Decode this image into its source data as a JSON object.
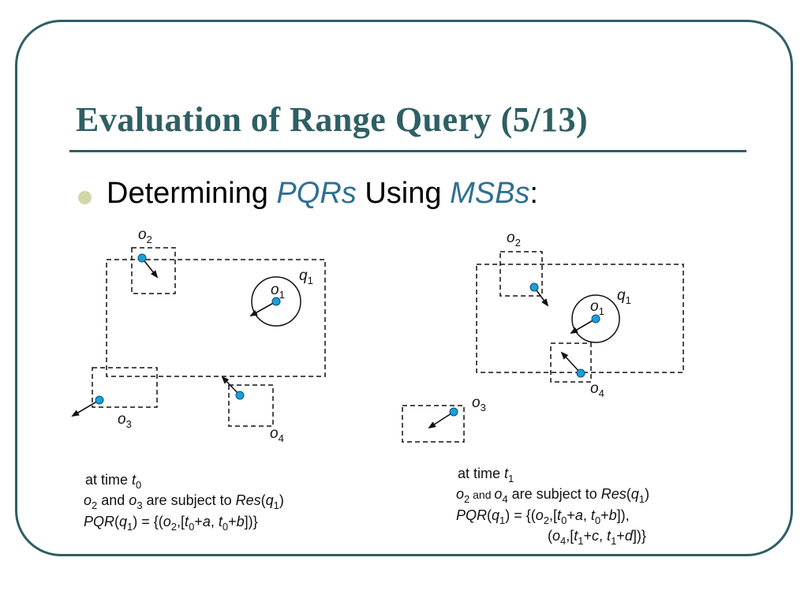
{
  "slide": {
    "title": "Evaluation of Range Query (5/13)",
    "bullet": {
      "prefix": "Determining ",
      "term1": "PQRs",
      "middle": " Using ",
      "term2": "MSBs",
      "suffix": ":"
    }
  },
  "colors": {
    "title": "#2e5f63",
    "frame": "#2e5f63",
    "bullet_dot": "#d2d6a6",
    "highlight_term": "#2e6f93",
    "object_point": "#1aa0d8"
  },
  "diagram_left": {
    "labels": {
      "o2": {
        "base": "o",
        "sub": "2"
      },
      "o1": {
        "base": "o",
        "sub": "1"
      },
      "q1": {
        "base": "q",
        "sub": "1"
      },
      "o3": {
        "base": "o",
        "sub": "3"
      },
      "o4": {
        "base": "o",
        "sub": "4"
      }
    },
    "caption": {
      "line1": {
        "text": "at time ",
        "var": "t",
        "sub": "0"
      },
      "line2": {
        "o2": "o",
        "o2sub": "2",
        "mid": " and ",
        "o3": "o",
        "o3sub": "3",
        "rest": " are subject to ",
        "res": "Res",
        "arg_open": "(",
        "arg": "q",
        "argsub": "1",
        "arg_close": ")"
      },
      "line3": {
        "pqr": "PQR",
        "open": "(",
        "q": "q",
        "qsub": "1",
        "eq": ") = {(",
        "o": "o",
        "osub": "2",
        "comma1": ",[",
        "t1": "t",
        "t1sub": "0",
        "plus_a": "+",
        "a": "a",
        "comma2": ", ",
        "t2": "t",
        "t2sub": "0",
        "plus_b": "+",
        "b": "b",
        "close": "])}"
      }
    }
  },
  "diagram_right": {
    "labels": {
      "o2": {
        "base": "o",
        "sub": "2"
      },
      "o1": {
        "base": "o",
        "sub": "1"
      },
      "q1": {
        "base": "q",
        "sub": "1"
      },
      "o4": {
        "base": "o",
        "sub": "4"
      },
      "o3": {
        "base": "o",
        "sub": "3"
      }
    },
    "caption": {
      "line1": {
        "text": "at time ",
        "var": "t",
        "sub": "1"
      },
      "line2": {
        "o2": "o",
        "o2sub": "2",
        "mid": " and ",
        "o4": "o",
        "o4sub": "4",
        "rest": " are subject to ",
        "res": "Res",
        "arg_open": "(",
        "arg": "q",
        "argsub": "1",
        "arg_close": ")"
      },
      "line3": {
        "pqr": "PQR",
        "open": "(",
        "q": "q",
        "qsub": "1",
        "eq": ") = {(",
        "o": "o",
        "osub": "2",
        "comma1": ",[",
        "t1": "t",
        "t1sub": "0",
        "plus_a": "+",
        "a": "a",
        "comma2": ", ",
        "t2": "t",
        "t2sub": "0",
        "plus_b": "+",
        "b": "b",
        "close": "]),"
      },
      "line4": {
        "open": "(",
        "o": "o",
        "osub": "4",
        "comma1": ",[",
        "t1": "t",
        "t1sub": "1",
        "plus_c": "+",
        "c": "c",
        "comma2": ", ",
        "t2": "t",
        "t2sub": "1",
        "plus_d": "+",
        "d": "d",
        "close": "])}"
      }
    }
  }
}
